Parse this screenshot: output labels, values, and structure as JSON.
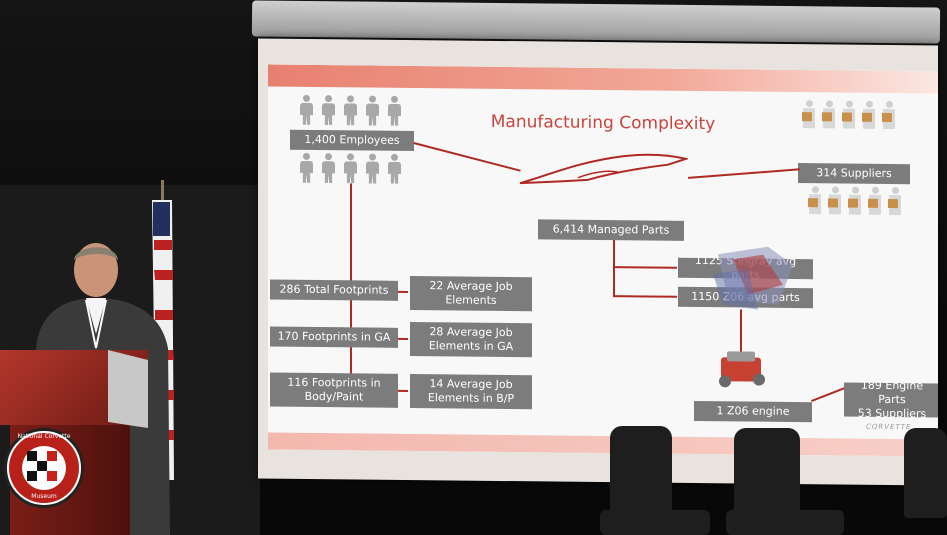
{
  "slide": {
    "title": "Manufacturing Complexity",
    "employees": "1,400 Employees",
    "suppliers": "314 Suppliers",
    "managed_parts": "6,414 Managed Parts",
    "stingray_parts": "1125 Stingray avg parts",
    "z06_parts": "1150 Z06 avg parts",
    "z06_engine": "1 Z06 engine",
    "engine_parts": "189 Engine Parts\n53 Suppliers",
    "footprints_total": "286 Total Footprints",
    "job_elements_avg": "22 Average Job Elements",
    "footprints_ga": "170 Footprints in GA",
    "job_elements_ga": "28 Average Job Elements in GA",
    "footprints_bp": "116 Footprints in Body/Paint",
    "job_elements_bp": "14 Average Job Elements in B/P",
    "brand_mark": "CORVETTE"
  },
  "seal": {
    "top_text": "National Corvette",
    "bottom_text": "Museum"
  },
  "colors": {
    "accent_red": "#b02a24",
    "title_red": "#c8443c",
    "box_gray": "#7c7c7c"
  }
}
